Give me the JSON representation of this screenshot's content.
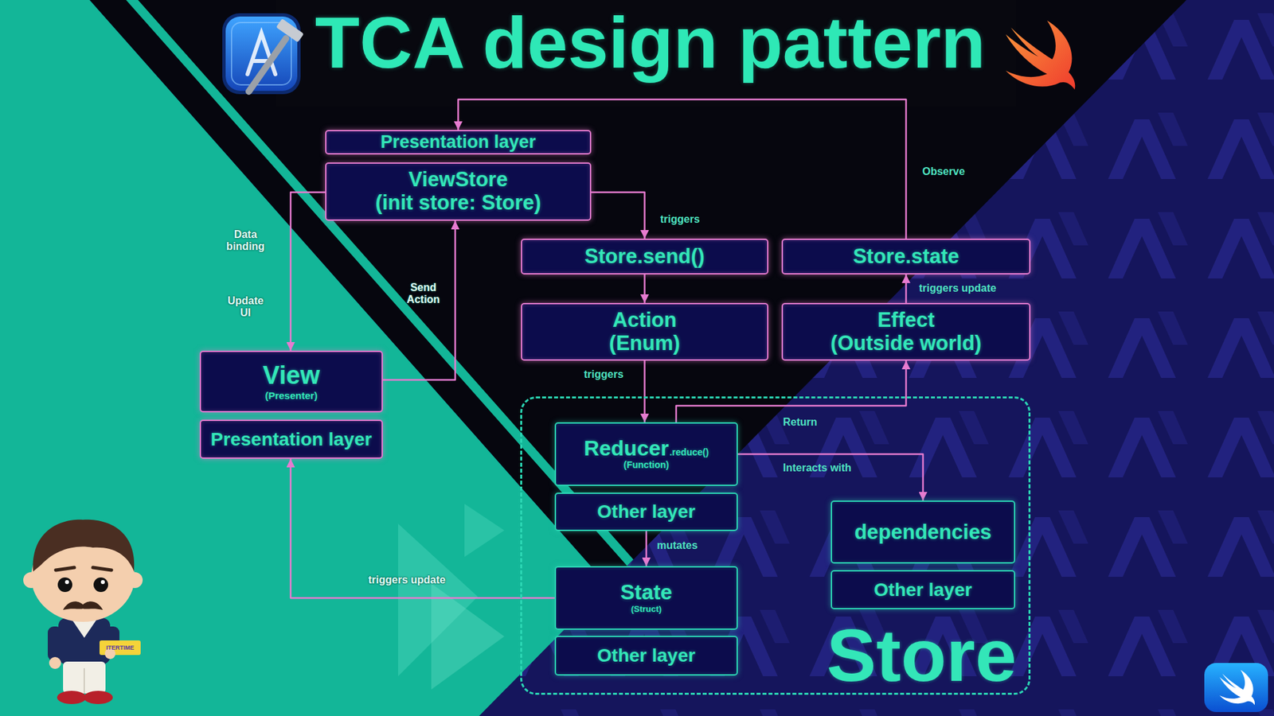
{
  "diagram": {
    "title": "TCA design pattern",
    "nodes": [
      {
        "text": [
          "Presentation layer"
        ]
      },
      {
        "text": [
          "ViewStore",
          "(init store: Store)"
        ]
      },
      {
        "text": [
          "Store.send()"
        ]
      },
      {
        "text": [
          "Store.state"
        ]
      },
      {
        "text": [
          "Action",
          "(Enum)"
        ]
      },
      {
        "text": [
          "Effect",
          "(Outside world)"
        ]
      },
      {
        "text": [
          "View",
          "(Presenter)"
        ]
      },
      {
        "text": [
          "Presentation layer"
        ]
      },
      {
        "text": [
          "Store"
        ]
      },
      {
        "text": [
          "Reducer",
          ".reduce()",
          "(Function)"
        ],
        "in": 8
      },
      {
        "text": [
          "Other layer"
        ],
        "in": 8
      },
      {
        "text": [
          "dependencies"
        ],
        "in": 8
      },
      {
        "text": [
          "Other layer"
        ],
        "in": 8
      },
      {
        "text": [
          "State",
          "(Struct)"
        ],
        "in": 8
      },
      {
        "text": [
          "Other layer"
        ],
        "in": 8
      }
    ],
    "edges": [
      {
        "from": 1,
        "to": 6,
        "label": "Data binding",
        "arrow": "to"
      },
      {
        "from": 6,
        "to": 1,
        "label": "Send Action",
        "arrow": "to"
      },
      {
        "from": 1,
        "to": 2,
        "label": "triggers",
        "arrow": "to"
      },
      {
        "from": 2,
        "to": 4,
        "arrow": "to"
      },
      {
        "from": 4,
        "to": 9,
        "label": "triggers",
        "arrow": "to"
      },
      {
        "from": 9,
        "to": 5,
        "label": "Return",
        "arrow": "to"
      },
      {
        "from": 9,
        "to": 11,
        "label": "Interacts with",
        "arrow": "to"
      },
      {
        "from": 10,
        "to": 13,
        "label": "mutates",
        "arrow": "to"
      },
      {
        "from": 13,
        "to": 7,
        "label": "triggers update",
        "arrow": "to"
      },
      {
        "from": 5,
        "to": 3,
        "label": "triggers update",
        "arrow": "to"
      },
      {
        "from": 3,
        "to": 0,
        "label": "Observe",
        "arrow": "to"
      }
    ],
    "labels": [
      "Update UI",
      "ITERTIME"
    ]
  }
}
